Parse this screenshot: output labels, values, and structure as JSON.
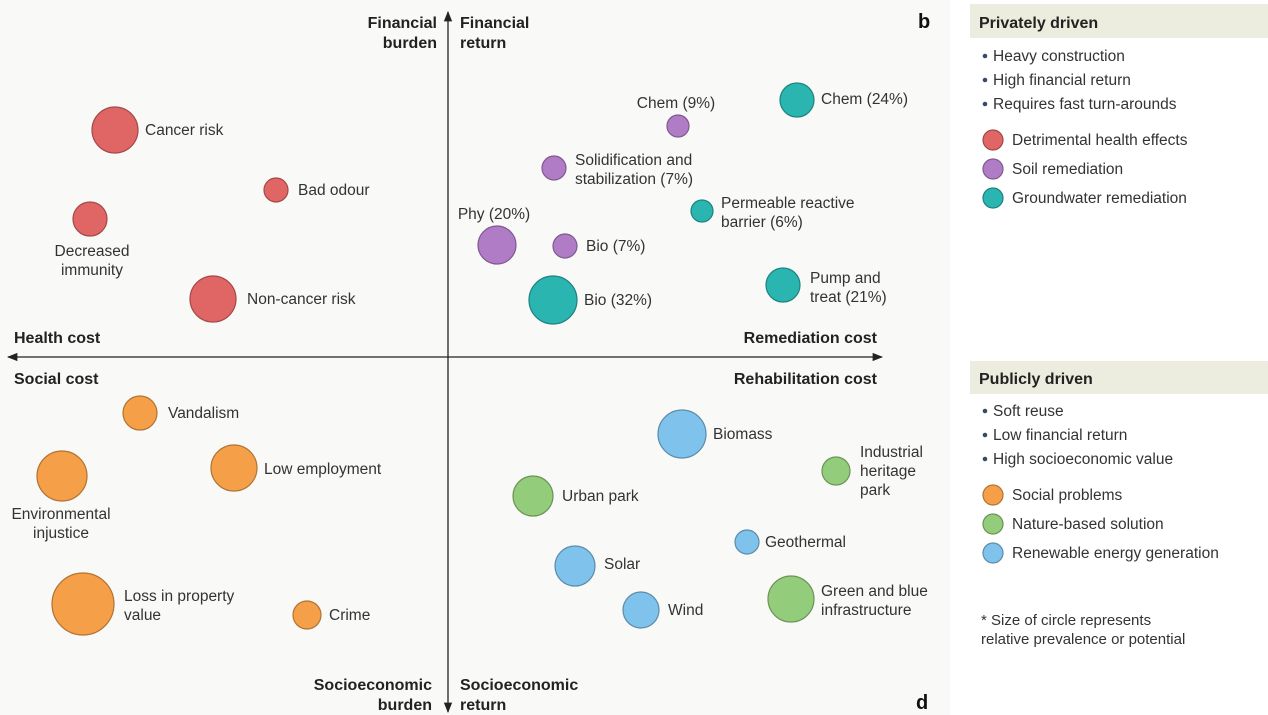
{
  "panel_labels": {
    "top": "b",
    "bottom": "d"
  },
  "axes": {
    "top_left": "Financial burden",
    "top_right": "Financial return",
    "left_upper": "Health cost",
    "right_upper": "Remediation cost",
    "left_lower": "Social cost",
    "right_lower": "Rehabilitation cost",
    "bottom_left": "Socioeconomic burden",
    "bottom_right": "Socioeconomic return"
  },
  "colors": {
    "health": "#e06666",
    "soil": "#b07cc6",
    "groundwater": "#2ab5b0",
    "social": "#f5a048",
    "nature": "#93cc7a",
    "energy": "#7fc2ec"
  },
  "bubbles": [
    {
      "label": "Cancer risk",
      "category": "health"
    },
    {
      "label": "Bad odour",
      "category": "health"
    },
    {
      "label": "Decreased immunity",
      "category": "health"
    },
    {
      "label": "Non-cancer risk",
      "category": "health"
    },
    {
      "label": "Chem (9%)",
      "category": "soil"
    },
    {
      "label": "Solidification and stabilization (7%)",
      "category": "soil"
    },
    {
      "label": "Phy (20%)",
      "category": "soil"
    },
    {
      "label": "Bio (7%)",
      "category": "soil"
    },
    {
      "label": "Chem (24%)",
      "category": "groundwater"
    },
    {
      "label": "Permeable reactive barrier (6%)",
      "category": "groundwater"
    },
    {
      "label": "Pump and treat (21%)",
      "category": "groundwater"
    },
    {
      "label": "Bio (32%)",
      "category": "groundwater"
    },
    {
      "label": "Vandalism",
      "category": "social"
    },
    {
      "label": "Environmental injustice",
      "category": "social"
    },
    {
      "label": "Low employment",
      "category": "social"
    },
    {
      "label": "Loss in property value",
      "category": "social"
    },
    {
      "label": "Crime",
      "category": "social"
    },
    {
      "label": "Biomass",
      "category": "energy"
    },
    {
      "label": "Industrial heritage park",
      "category": "nature"
    },
    {
      "label": "Urban park",
      "category": "nature"
    },
    {
      "label": "Geothermal",
      "category": "energy"
    },
    {
      "label": "Solar",
      "category": "energy"
    },
    {
      "label": "Green and blue infrastructure",
      "category": "nature"
    },
    {
      "label": "Wind",
      "category": "energy"
    }
  ],
  "legend_private": {
    "title": "Privately driven",
    "bullets": [
      "Heavy construction",
      "High financial return",
      "Requires fast turn-arounds"
    ],
    "items": [
      {
        "label": "Detrimental health effects",
        "category": "health"
      },
      {
        "label": "Soil remediation",
        "category": "soil"
      },
      {
        "label": "Groundwater remediation",
        "category": "groundwater"
      }
    ]
  },
  "legend_public": {
    "title": "Publicly driven",
    "bullets": [
      "Soft reuse",
      "Low financial return",
      "High socioeconomic value"
    ],
    "items": [
      {
        "label": "Social problems",
        "category": "social"
      },
      {
        "label": "Nature-based solution",
        "category": "nature"
      },
      {
        "label": "Renewable energy generation",
        "category": "energy"
      }
    ]
  },
  "footnote": "* Size of circle represents relative prevalence or potential"
}
